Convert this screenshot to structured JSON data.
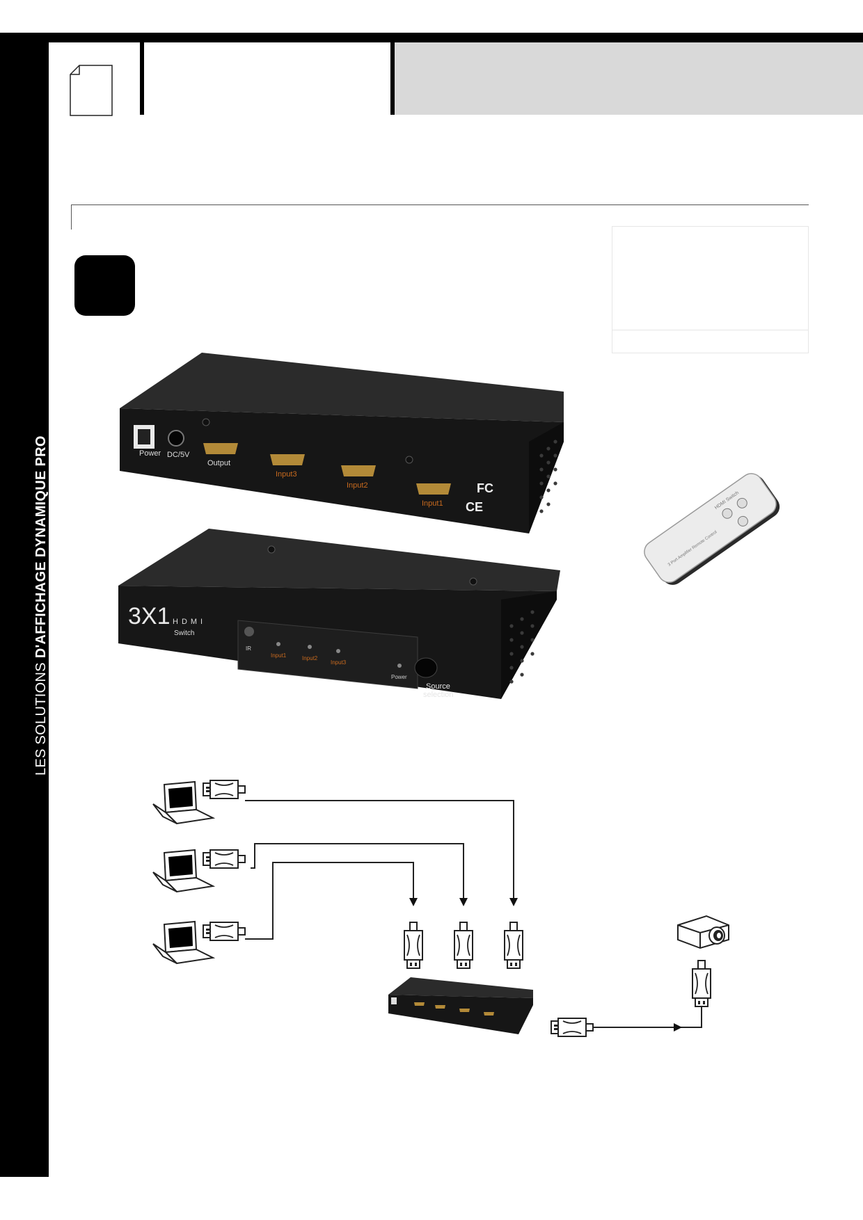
{
  "sidebar": {
    "text_regular": "LES SOLUTIONS ",
    "text_bold": "D'AFFICHAGE DYNAMIQUE PRO"
  },
  "rear_panel": {
    "power_label": "Power",
    "dc_label": "DC/5V",
    "output_label": "Output",
    "input3_label": "Input3",
    "input2_label": "Input2",
    "input1_label": "Input1",
    "fc_mark": "FC",
    "ce_mark": "CE"
  },
  "front_panel": {
    "model": "3X1",
    "hdmi": "HDMI",
    "switch": "Switch",
    "ir_label": "IR",
    "input1_label": "Input1",
    "input2_label": "Input2",
    "input3_label": "Input3",
    "power_label": "Power",
    "source_label_1": "Source",
    "source_label_2": "selection"
  },
  "remote": {
    "brand": "HDMI Switch",
    "footer": "3 Port Amplifier Remote Control"
  },
  "colors": {
    "device_top": "#2a2a2a",
    "device_front": "#171717",
    "input_label": "#c86a1e"
  }
}
